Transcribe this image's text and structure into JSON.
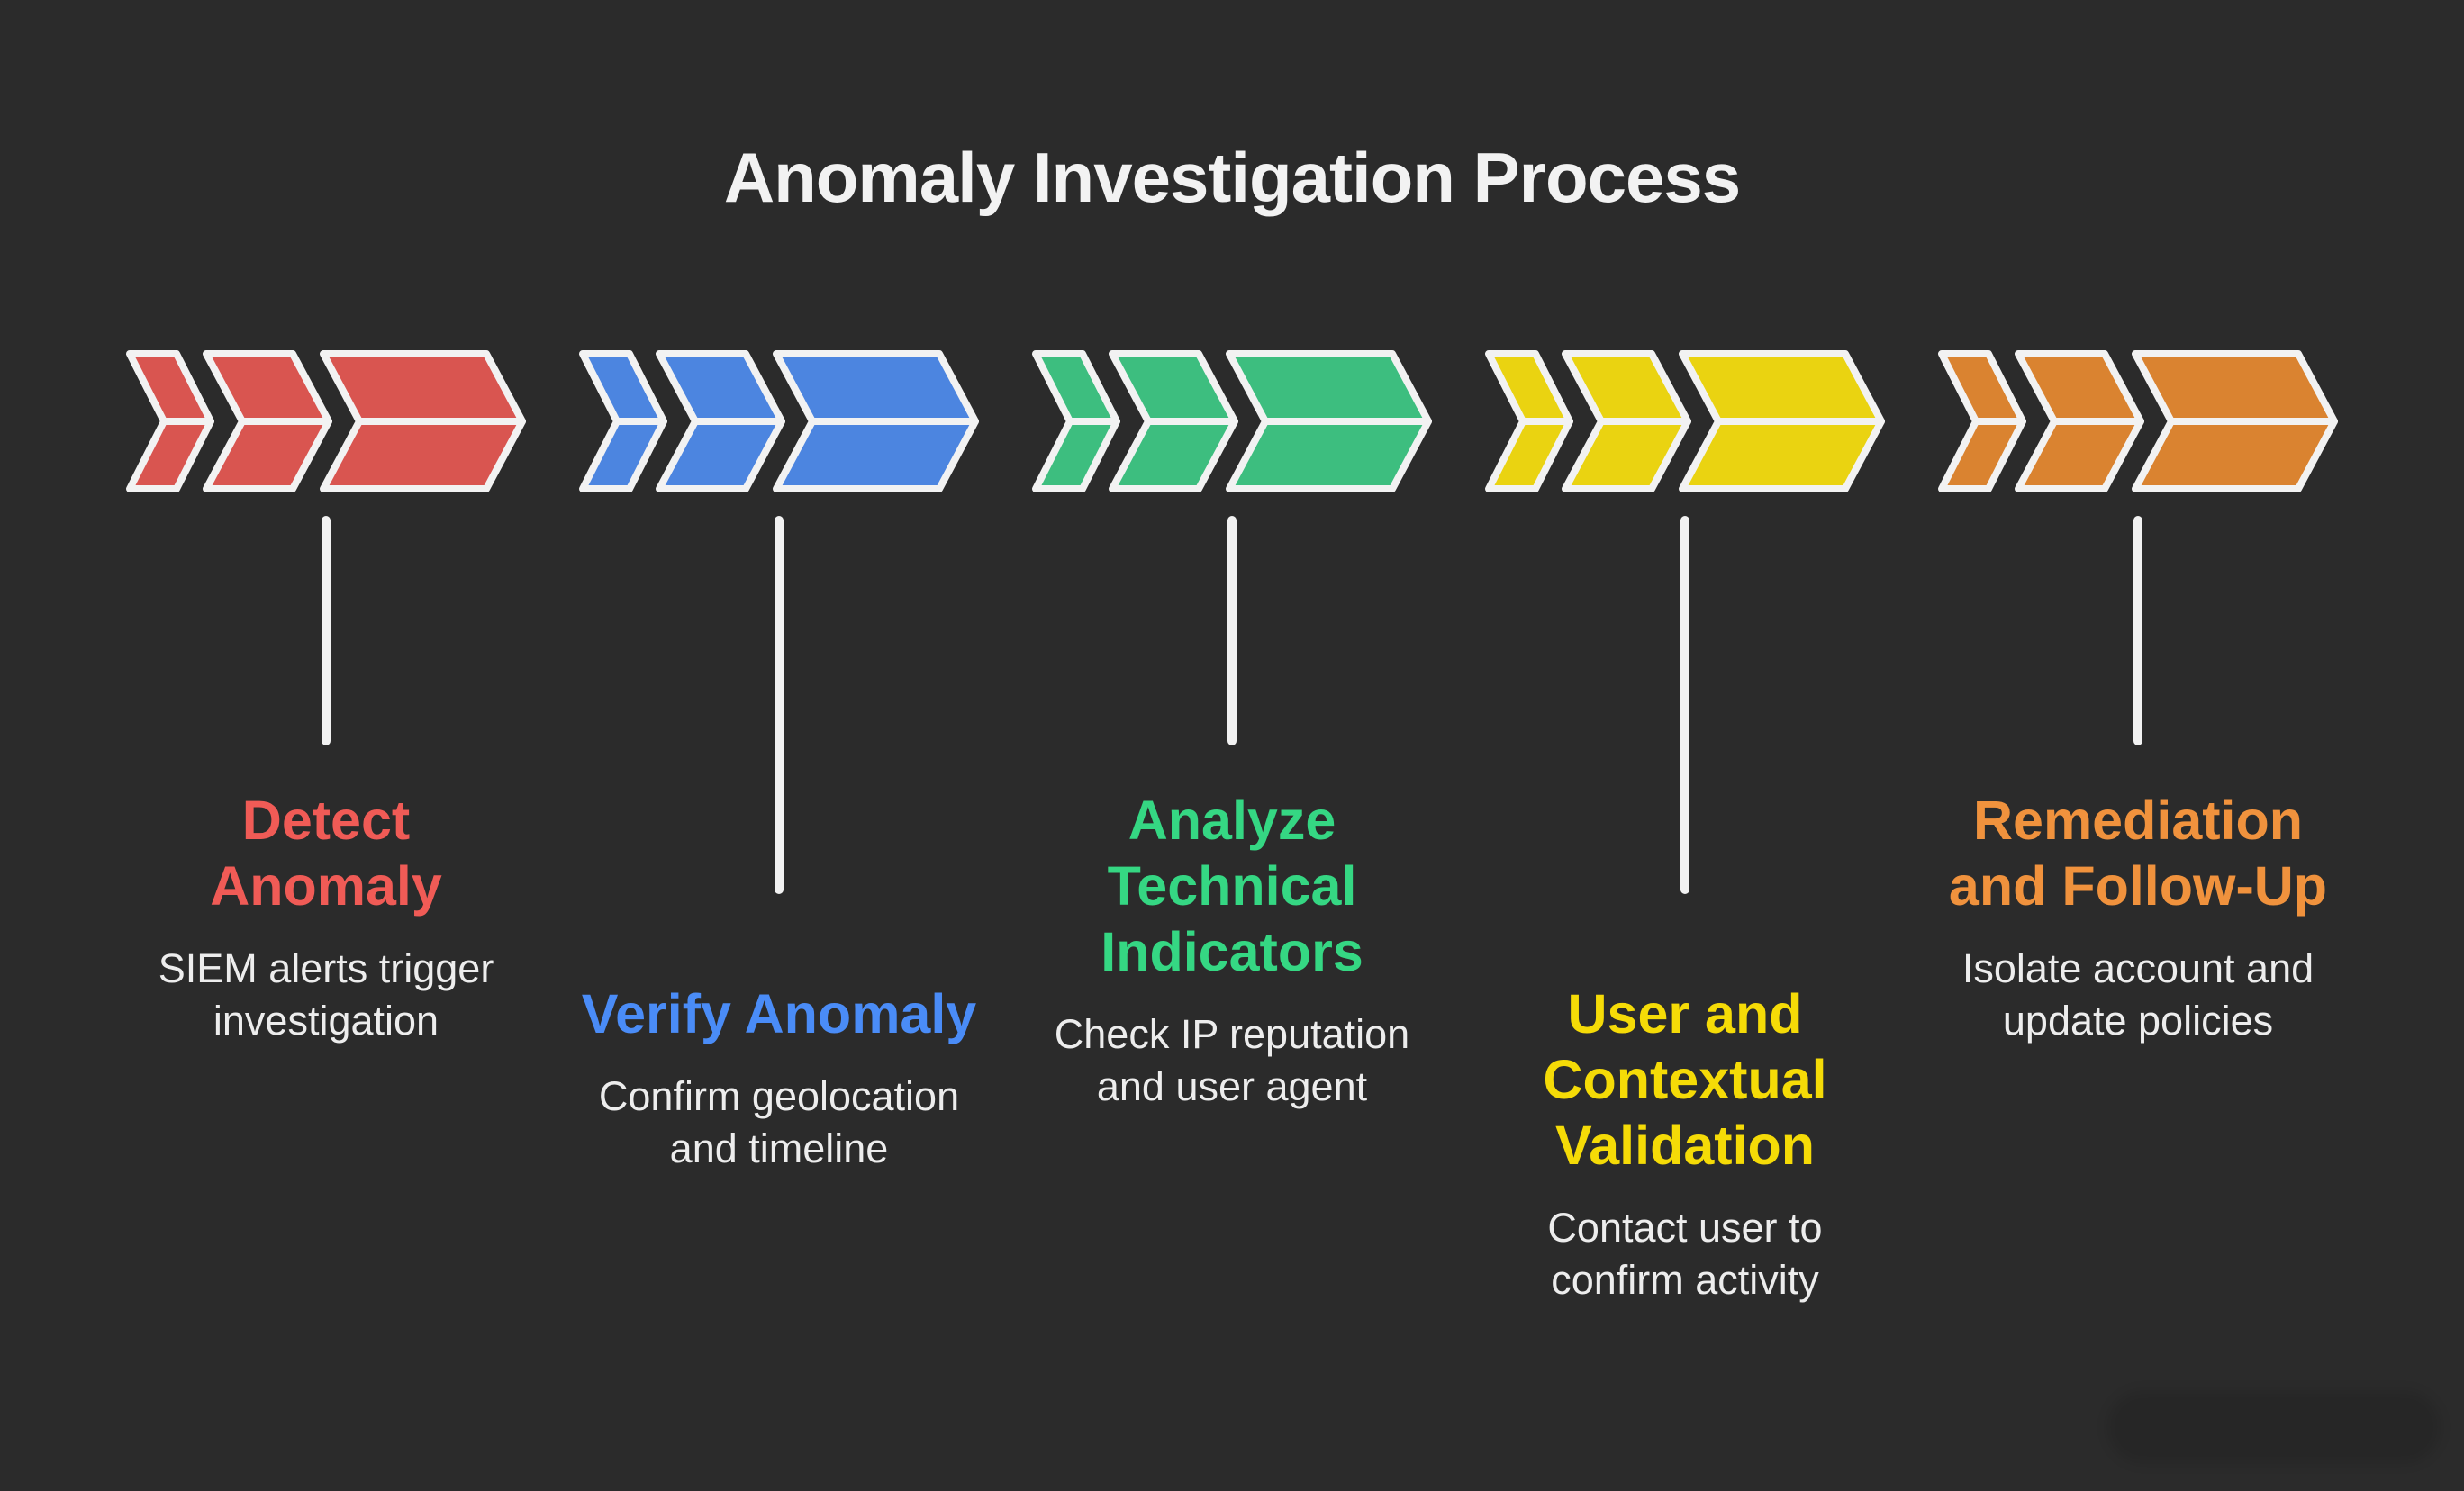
{
  "title": "Anomaly Investigation Process",
  "colors": {
    "background": "#2B2B2B",
    "outline": "#F2F2F2",
    "body_text": "#EDEDED"
  },
  "stages": [
    {
      "name": "Detect Anomaly",
      "heading": "Detect\nAnomaly",
      "subtext": "SIEM alerts trigger\ninvestigation",
      "chevron_color": "#D95550",
      "heading_color": "#F05B56"
    },
    {
      "name": "Verify Anomaly",
      "heading": "Verify Anomaly",
      "subtext": "Confirm geolocation\nand timeline",
      "chevron_color": "#4C85E0",
      "heading_color": "#4A8CF7"
    },
    {
      "name": "Analyze Technical Indicators",
      "heading": "Analyze\nTechnical\nIndicators",
      "subtext": "Check IP reputation\nand user agent",
      "chevron_color": "#3DBE7F",
      "heading_color": "#35D783"
    },
    {
      "name": "User and Contextual Validation",
      "heading": "User and\nContextual\nValidation",
      "subtext": "Contact user to\nconfirm activity",
      "chevron_color": "#EAD311",
      "heading_color": "#F5DB07"
    },
    {
      "name": "Remediation and Follow-Up",
      "heading": "Remediation\nand Follow-Up",
      "subtext": "Isolate account and\nupdate policies",
      "chevron_color": "#DA8330",
      "heading_color": "#F0923D"
    }
  ]
}
